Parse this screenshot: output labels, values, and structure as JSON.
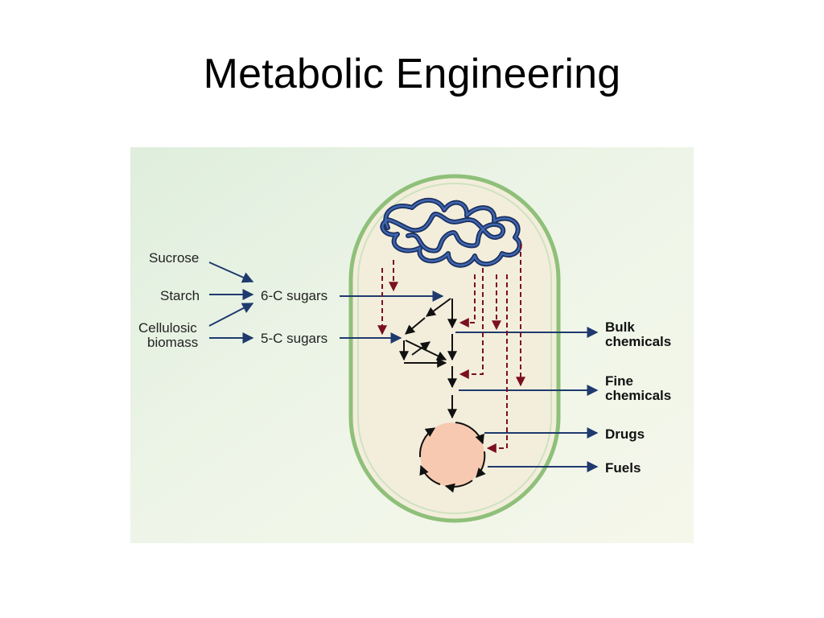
{
  "title": "Metabolic Engineering",
  "feedstocks": {
    "sucrose": "Sucrose",
    "starch": "Starch",
    "cellulosic_line1": "Cellulosic",
    "cellulosic_line2": "biomass"
  },
  "sugars": {
    "six_c": "6-C sugars",
    "five_c": "5-C sugars"
  },
  "products": {
    "bulk_line1": "Bulk",
    "bulk_line2": "chemicals",
    "fine_line1": "Fine",
    "fine_line2": "chemicals",
    "drugs": "Drugs",
    "fuels": "Fuels"
  },
  "colors": {
    "inflow_arrow": "#1f3a6e",
    "regulation_arrow": "#7a1020",
    "cell_membrane": "#8fc07a",
    "cytoplasm": "#f3eedc",
    "cycle_fill": "#f7c9b0",
    "dna": "#2b4f8f"
  }
}
